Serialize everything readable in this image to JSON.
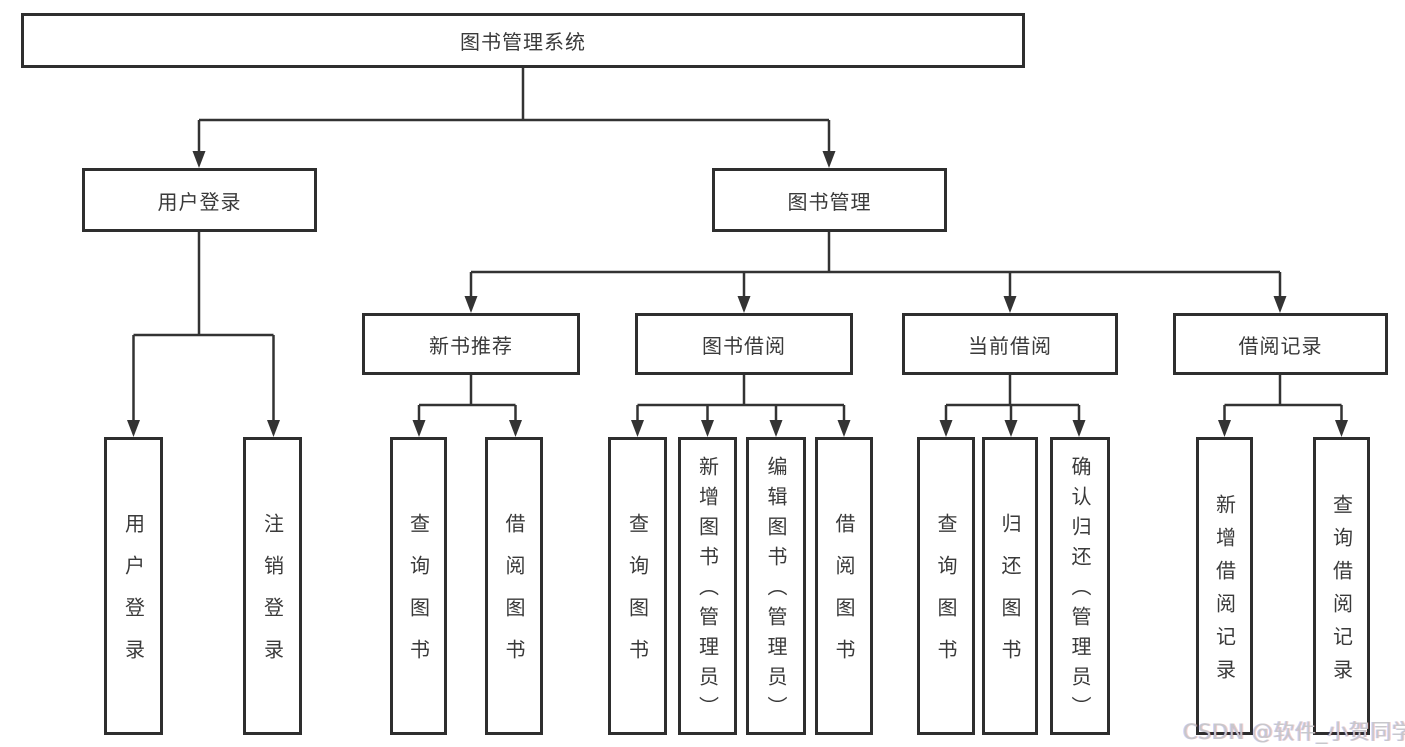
{
  "tree": {
    "label": "图书管理系统",
    "children": [
      {
        "label": "用户登录",
        "children": [
          {
            "label": "用户登录"
          },
          {
            "label": "注销登录"
          }
        ]
      },
      {
        "label": "图书管理",
        "children": [
          {
            "label": "新书推荐",
            "children": [
              {
                "label": "查询图书"
              },
              {
                "label": "借阅图书"
              }
            ]
          },
          {
            "label": "图书借阅",
            "children": [
              {
                "label": "查询图书"
              },
              {
                "label": "新增图书（管理员）"
              },
              {
                "label": "编辑图书（管理员）"
              },
              {
                "label": "借阅图书"
              }
            ]
          },
          {
            "label": "当前借阅",
            "children": [
              {
                "label": "查询图书"
              },
              {
                "label": "归还图书"
              },
              {
                "label": "确认归还（管理员）"
              }
            ]
          },
          {
            "label": "借阅记录",
            "children": [
              {
                "label": "新增借阅记录"
              },
              {
                "label": "查询借阅记录"
              }
            ]
          }
        ]
      }
    ]
  },
  "watermark": {
    "text": "CSDN @软件_小贺同学"
  },
  "colors": {
    "line": "#333333",
    "box_border": "#2e2e2e",
    "text": "#3a3a3a",
    "background": "#ffffff",
    "watermark": "#c7c7cb"
  }
}
